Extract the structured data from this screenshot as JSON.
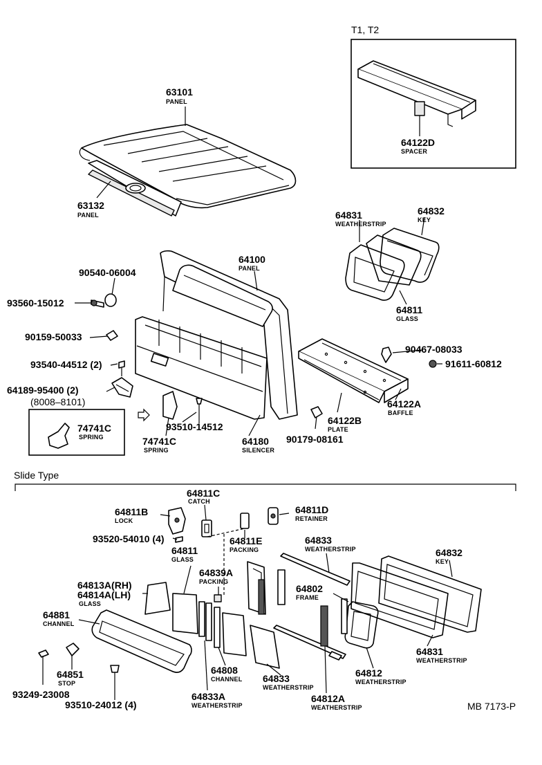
{
  "variant_header": "T1, T2",
  "inset_code": "(8008–8101)",
  "slide_type_label": "Slide Type",
  "ref_code": "MB 7173-P",
  "parts": [
    {
      "pn": "63101",
      "name": "PANEL"
    },
    {
      "pn": "63132",
      "name": "PANEL"
    },
    {
      "pn": "64122D",
      "name": "SPACER"
    },
    {
      "pn": "64831",
      "name": "WEATHERSTRIP"
    },
    {
      "pn": "64832",
      "name": "KEY"
    },
    {
      "pn": "64811",
      "name": "GLASS"
    },
    {
      "pn": "64100",
      "name": "PANEL"
    },
    {
      "pn": "90540-06004",
      "name": ""
    },
    {
      "pn": "93560-15012",
      "name": ""
    },
    {
      "pn": "90159-50033",
      "name": ""
    },
    {
      "pn": "93540-44512 (2)",
      "name": ""
    },
    {
      "pn": "64189-95400 (2)",
      "name": ""
    },
    {
      "pn": "74741C",
      "name": "SPRING"
    },
    {
      "pn": "74741C",
      "name": "SPRING"
    },
    {
      "pn": "93510-14512",
      "name": ""
    },
    {
      "pn": "64180",
      "name": "SILENCER"
    },
    {
      "pn": "90467-08033",
      "name": ""
    },
    {
      "pn": "91611-60812",
      "name": ""
    },
    {
      "pn": "64122A",
      "name": "BAFFLE"
    },
    {
      "pn": "64122B",
      "name": "PLATE"
    },
    {
      "pn": "90179-08161",
      "name": ""
    },
    {
      "pn": "64811C",
      "name": "CATCH"
    },
    {
      "pn": "64811B",
      "name": "LOCK"
    },
    {
      "pn": "64811D",
      "name": "RETAINER"
    },
    {
      "pn": "93520-54010 (4)",
      "name": ""
    },
    {
      "pn": "64811E",
      "name": "PACKING"
    },
    {
      "pn": "64811",
      "name": "GLASS"
    },
    {
      "pn": "64833",
      "name": "WEATHERSTRIP"
    },
    {
      "pn": "64832",
      "name": "KEY"
    },
    {
      "pn": "64839A",
      "name": "PACKING"
    },
    {
      "pn": "64813A(RH)",
      "name": ""
    },
    {
      "pn": "64814A(LH)",
      "name": "GLASS"
    },
    {
      "pn": "64802",
      "name": "FRAME"
    },
    {
      "pn": "64881",
      "name": "CHANNEL"
    },
    {
      "pn": "64831",
      "name": "WEATHERSTRIP"
    },
    {
      "pn": "64808",
      "name": "CHANNEL"
    },
    {
      "pn": "64812",
      "name": "WEATHERSTRIP"
    },
    {
      "pn": "64851",
      "name": "STOP"
    },
    {
      "pn": "64833",
      "name": "WEATHERSTRIP"
    },
    {
      "pn": "64833A",
      "name": "WEATHERSTRIP"
    },
    {
      "pn": "64812A",
      "name": "WEATHERSTRIP"
    },
    {
      "pn": "93249-23008",
      "name": ""
    },
    {
      "pn": "93510-24012 (4)",
      "name": ""
    }
  ]
}
